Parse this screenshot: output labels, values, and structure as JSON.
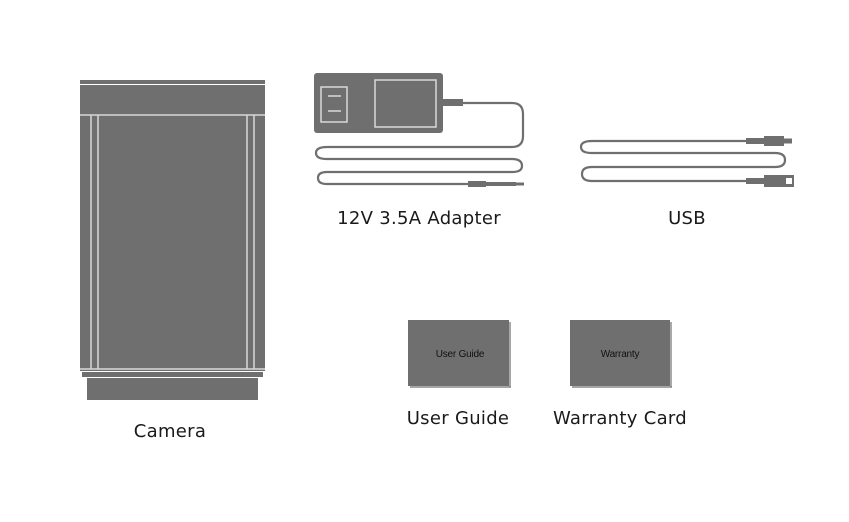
{
  "colors": {
    "item_fill": "#6f6f6f",
    "cable_stroke": "#6f6f6f",
    "highlight": "#d8d8d8",
    "caption_text": "#1a1a1a",
    "background": "#ffffff"
  },
  "items": {
    "camera": {
      "label": "Camera"
    },
    "adapter": {
      "label": "12V 3.5A Adapter"
    },
    "usb": {
      "label": "USB"
    },
    "user_guide": {
      "label": "User Guide",
      "cover_text": "User Guide"
    },
    "warranty_card": {
      "label": "Warranty Card",
      "cover_text": "Warranty"
    }
  }
}
